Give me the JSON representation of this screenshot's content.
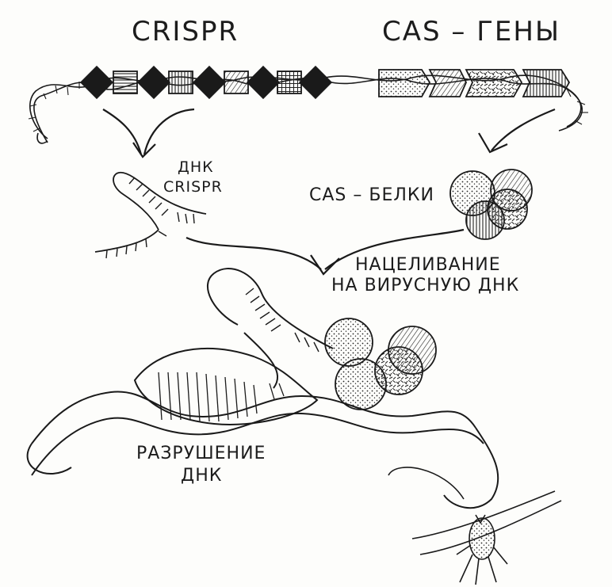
{
  "labels": {
    "crispr_title": "CRISPR",
    "cas_genes_title": "CAS – ГЕНЫ",
    "crispr_dna_line1": "ДНК",
    "crispr_dna_line2": "CRISPR",
    "cas_proteins": "CAS – БЕЛКИ",
    "targeting_line1": "НАЦЕЛИВАНИЕ",
    "targeting_line2": "НА ВИРУСНУЮ ДНК",
    "destruction_line1": "РАЗРУШЕНИЕ",
    "destruction_line2": "ДНК"
  },
  "colors": {
    "ink": "#1a1a1a",
    "paper": "#fdfdfb"
  },
  "icons": {
    "virus": "bacteriophage-icon"
  }
}
